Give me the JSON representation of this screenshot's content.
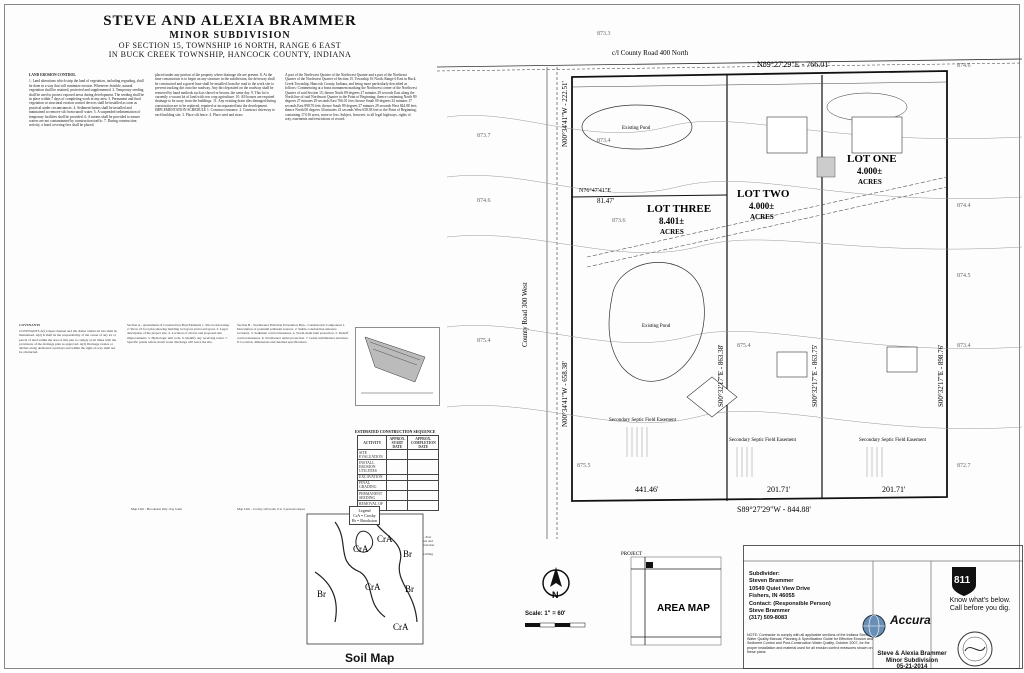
{
  "header": {
    "title": "STEVE AND ALEXIA BRAMMER",
    "subtitle": "MINOR SUBDIVISION",
    "location_1": "OF SECTION 15, TOWNSHIP 16 NORTH, RANGE 6 EAST",
    "location_2": "IN BUCK CREEK TOWNSHIP, HANCOCK COUNTY, INDIANA"
  },
  "plan": {
    "road_north": "c/l County Road 400 North",
    "road_west": "County Road 300 West",
    "bearing_top": "N89°27'29\"E - 766.01'",
    "bearing_bottom": "S89°27'29\"W - 844.88'",
    "bearing_left": "N00°34'41\"W - 658.38'",
    "bearing_mid_left": "N00°34'41\"W - 222.51'",
    "bearing_lot2": "S00°32'17\"E - 863.38'",
    "bearing_lot1": "S00°32'17\"E - 863.75'",
    "bearing_right": "S00°32'17\"E - 898.76'",
    "dim_441": "441.46'",
    "dim_201a": "201.71'",
    "dim_201b": "201.71'",
    "dim_n76": "N76°47'41\"E",
    "dim_8147": "81.47'",
    "lot_three": {
      "name": "LOT THREE",
      "area": "8.401±",
      "unit": "ACRES"
    },
    "lot_two": {
      "name": "LOT TWO",
      "area": "4.000±",
      "unit": "ACRES"
    },
    "lot_one": {
      "name": "LOT ONE",
      "area": "4.000±",
      "unit": "ACRES"
    },
    "existing_pond": "Existing Pond",
    "septic": "Secondary Septic Field Easement",
    "elevations": [
      "873.7",
      "873.4",
      "873.6",
      "874.6",
      "874.4",
      "874.5",
      "874.6",
      "875.4",
      "875.5",
      "875.4",
      "873.4",
      "872.7",
      "873.3"
    ]
  },
  "table": {
    "title": "ESTIMATED CONSTRUCTION SEQUENCE",
    "headers": [
      "ACTIVITY",
      "APPROX. START DATE",
      "APPROX. COMPLETION DATE"
    ],
    "rows": [
      [
        "SITE EVALUATION",
        "",
        ""
      ],
      [
        "INSTALL EROSION UTILITIES",
        "",
        ""
      ],
      [
        "EXCAVATION",
        "",
        ""
      ],
      [
        "FINAL GRADING",
        "",
        ""
      ],
      [
        "PERMANENT SEEDING",
        "",
        ""
      ],
      [
        "REMOVAL OF EROSION",
        "",
        ""
      ]
    ]
  },
  "soil": {
    "title": "Soil Map",
    "legend_title": "Legend",
    "legend_1": "CrA = Crosby",
    "legend_2": "Br = Brookston",
    "labels": [
      "CrA",
      "CrA",
      "Br",
      "Br",
      "CrA",
      "CrA",
      "Br"
    ]
  },
  "area_map": {
    "title": "AREA MAP",
    "project": "PROJECT"
  },
  "scale": {
    "label": "Scale: 1\" = 60'",
    "north": "N"
  },
  "owner": {
    "subdivider_label": "Subdivider:",
    "name": "Steven Brammer",
    "street": "10549 Quiet View Drive",
    "city": "Fishers, IN  46055",
    "contact": "Contact: (Responsible Person)",
    "contact_name": "Steve Brammer",
    "phone": "(317) 509-8083"
  },
  "brand811": {
    "number": "811",
    "line1": "Know what's below.",
    "line2": "Call before you dig."
  },
  "surveyor": {
    "name": "Accura"
  },
  "plaque": {
    "line1": "Steve & Alexia Brammer",
    "line2": "Minor Subdivision",
    "date": "05-21-2014"
  },
  "notes": {
    "landscape_heading": "LAND EROSION CONTROL",
    "covenants_heading": "COVENANTS",
    "col1": "1. Land alterations which strip the land of vegetation, including regrading, shall be done in a way that will minimize erosion. Whenever feasible, natural vegetation shall be retained, protected and supplemented. 2. Temporary seeding shall be used to protect exposed areas during development. The seeding shall be in place within 7 days of completing work in any area. 3. Permanent and final vegetation or structural erosion control devices shall be installed as soon as practical under circumstances. 4. Sediment basins shall be installed and maintained to remove silt from runoff water. 5. A suspended sedimentation of temporary facilities shall be provided. 6. A means shall be provided to ensure waters are not contaminated by construction traffic. 7. During construction activity, a bond covering fees shall be placed.",
    "col2": "placed under any portion of the property where drainage tile are present. 8. At the time construction is to begin on any structure in the subdivision, the driveway shall be constructed and a gravel base shall be installed from the road to the work site to prevent tracking dirt onto the roadway. Any dirt deposited on the roadway shall be removed by hand methods such as shovel or broom, the same day. 9. This lot is currently a vacant lot of land with row crop agriculture. 10. All houses are required drainage to be away from the buildings. 11. Any existing drain tiles damaged during construction are to be replaced, repaired or incorporated into the development. IMPLEMENTATION SCHEDULE 1. Construct entrance. 2. Construct driveway to each building site. 3. Place silt fence. 4. Place seed and straw.",
    "col3": "A part of the Northwest Quarter of the Northwest Quarter and a part of the Northeast Quarter of the Northwest Quarter of Section 15, Township 16 North, Range 6 East in Buck Creek Township, Hancock County, Indiana, and being more particularly described as follows: Commencing at a brass monument marking the Northwest corner of the Northwest Quarter of said Section 15; thence North 89 degrees 27 minutes 29 seconds East along the North line of said Northwest Quarter to the Point of Beginning; thence continuing North 89 degrees 27 minutes 29 seconds East 766.01 feet; thence South 00 degrees 32 minutes 17 seconds East 898.76 feet; thence South 89 degrees 27 minutes 29 seconds West 844.88 feet; thence North 00 degrees 34 minutes 41 seconds West 658.38 feet to the Point of Beginning, containing 17.016 acres, more or less. Subject, however, to all legal highways, rights of way, easements and restrictions of record.",
    "col4": "COVENANTS A(1) Open channel and tile drains within all lots shall be maintained. A(2) It shall be the responsibility of the owner of any lot or parcel of land within the area of this plat to comply at all times with the provisions of the drainage plan as approved. A(3) Drainage swales or ditches along dedicated roadways and within the right-of-way shall not be obstructed.",
    "col5": "Section A - Assessment of Construction Plan Elements 1. Site location map. 2. Show 10 foot plat showing building lot layout and road layout. 3. Legal description of the project site. 4. Location of all lots and proposed site improvements. 5. Hydrologic unit code. 6. Identify any receiving water. 7. Specific points where storm water discharge will leave the site.",
    "col6": "Section B - Stormwater Pollution Prevention Plan - Construction Component 1. Description of potential pollutant sources. 2. Stable construction entrance locations. 3. Sediment control measures. 4. Storm drain inlet protection. 5. Runoff control measures. 6. Stormwater outlet protection. 7. Grade stabilization structure. 8. Location, dimensions and detailed specifications.",
    "col7": "Section C - Stormwater Pollution Prevention Plan - Post Construction Component 1. Description of pollutants and their sources. 2. Description of proposed post construction stormwater measures. 3. Plan details for each post construction stormwater measure. 4. Sequence describing installation.",
    "soil_desc_1": "Map Unit - Brookston silty clay loam",
    "soil_desc_2": "Map Unit - Crosby silt loam, 0 to 2 percent slopes",
    "note811": "NOTE: Contractor to comply with all applicable sections of the Indiana Storm Water Quality Manual, Planning & Specification Guide for Effective Erosion and Sediment Control and Post-Construction Water Quality, October 2007, for the proper installation and material used for all erosion control measures shown on these plans."
  }
}
